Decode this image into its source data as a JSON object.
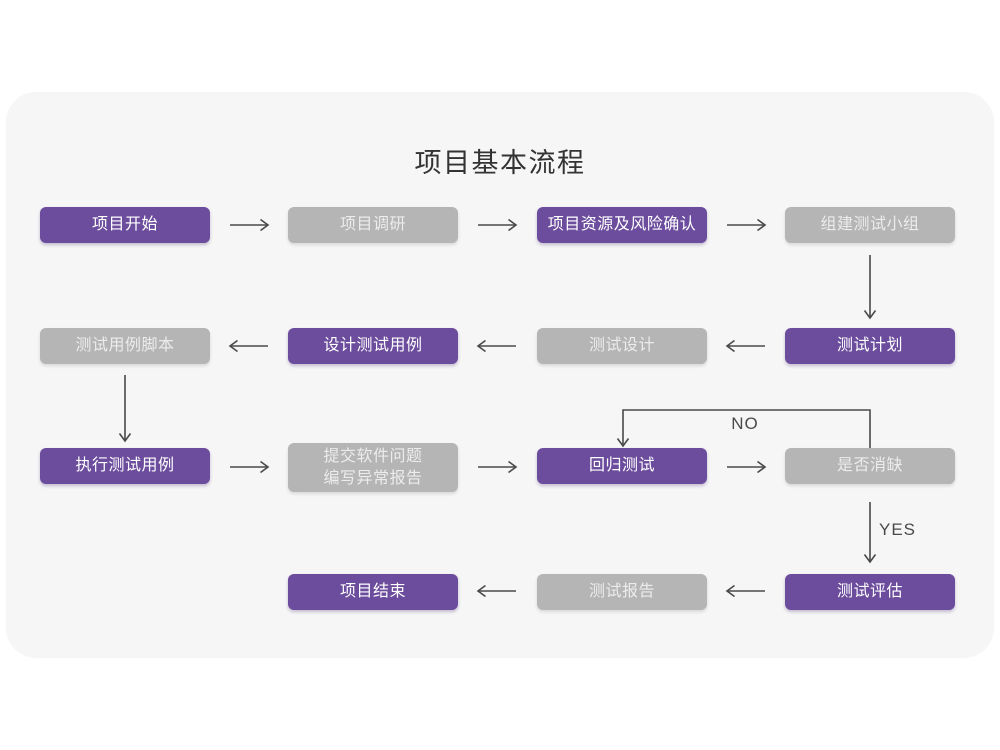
{
  "title": "项目基本流程",
  "labels": {
    "no": "NO",
    "yes": "YES"
  },
  "colors": {
    "node_purple": "#6c4d9d",
    "node_gray": "#b5b5b5",
    "card_background": "#f6f6f7",
    "page_background": "#ffffff",
    "arrow": "#4a4a4a",
    "title_text": "#333333"
  },
  "nodes": [
    {
      "id": "project-start",
      "label": "项目开始",
      "variant": "purple"
    },
    {
      "id": "project-research",
      "label": "项目调研",
      "variant": "gray"
    },
    {
      "id": "resources-risk",
      "label": "项目资源及风险确认",
      "variant": "purple"
    },
    {
      "id": "build-test-team",
      "label": "组建测试小组",
      "variant": "gray"
    },
    {
      "id": "test-plan",
      "label": "测试计划",
      "variant": "purple"
    },
    {
      "id": "test-design",
      "label": "测试设计",
      "variant": "gray"
    },
    {
      "id": "design-test-cases",
      "label": "设计测试用例",
      "variant": "purple"
    },
    {
      "id": "test-case-script",
      "label": "测试用例脚本",
      "variant": "gray"
    },
    {
      "id": "run-test-cases",
      "label": "执行测试用例",
      "variant": "purple"
    },
    {
      "id": "submit-issues",
      "label": "提交软件问题\n编写异常报告",
      "variant": "gray"
    },
    {
      "id": "regression-test",
      "label": "回归测试",
      "variant": "purple"
    },
    {
      "id": "defect-cleared",
      "label": "是否消缺",
      "variant": "gray"
    },
    {
      "id": "test-evaluation",
      "label": "测试评估",
      "variant": "purple"
    },
    {
      "id": "test-report",
      "label": "测试报告",
      "variant": "gray"
    },
    {
      "id": "project-end",
      "label": "项目结束",
      "variant": "purple"
    }
  ],
  "edges": [
    {
      "from": "项目开始",
      "to": "项目调研"
    },
    {
      "from": "项目调研",
      "to": "项目资源及风险确认"
    },
    {
      "from": "项目资源及风险确认",
      "to": "组建测试小组"
    },
    {
      "from": "组建测试小组",
      "to": "测试计划"
    },
    {
      "from": "测试计划",
      "to": "测试设计"
    },
    {
      "from": "测试设计",
      "to": "设计测试用例"
    },
    {
      "from": "设计测试用例",
      "to": "测试用例脚本"
    },
    {
      "from": "测试用例脚本",
      "to": "执行测试用例"
    },
    {
      "from": "执行测试用例",
      "to": "提交软件问题 编写异常报告"
    },
    {
      "from": "提交软件问题 编写异常报告",
      "to": "回归测试"
    },
    {
      "from": "回归测试",
      "to": "是否消缺"
    },
    {
      "from": "是否消缺",
      "to": "回归测试",
      "label": "NO"
    },
    {
      "from": "是否消缺",
      "to": "测试评估",
      "label": "YES"
    },
    {
      "from": "测试评估",
      "to": "测试报告"
    },
    {
      "from": "测试报告",
      "to": "项目结束"
    }
  ]
}
